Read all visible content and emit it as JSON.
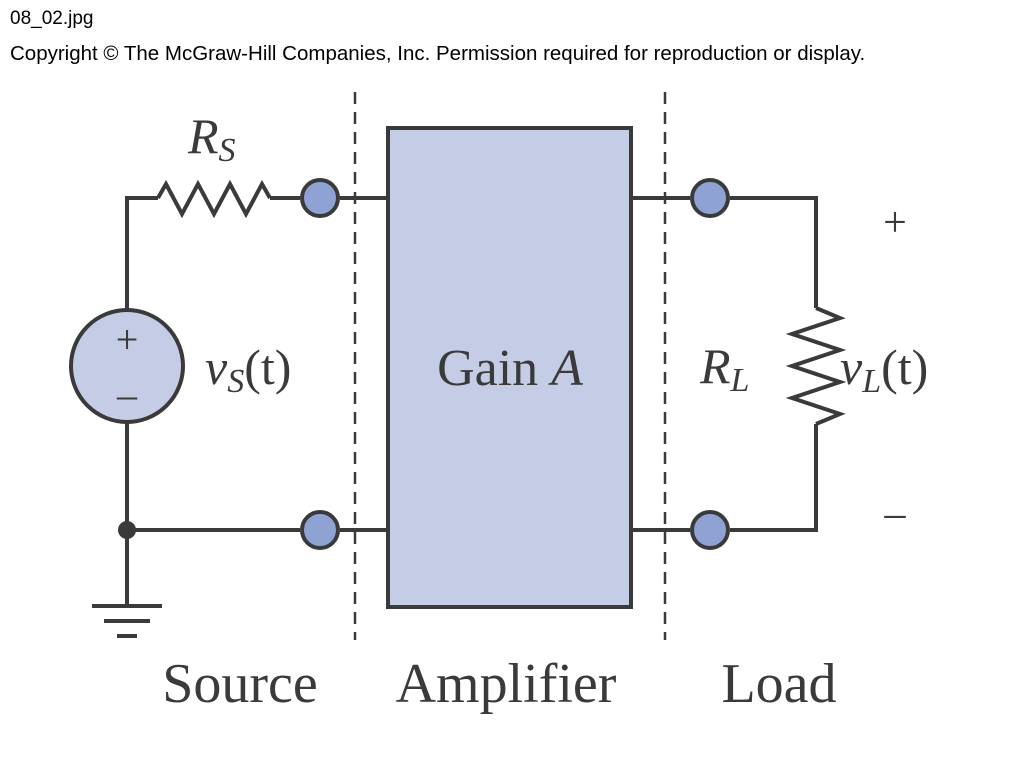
{
  "header": {
    "filename": "08_02.jpg",
    "copyright": "Copyright © The McGraw-Hill Companies, Inc. Permission required for reproduction or display."
  },
  "diagram": {
    "source_resistor": {
      "symbol": "R",
      "subscript": "S"
    },
    "source_voltage": {
      "symbol": "v",
      "subscript": "S",
      "arg": "(t)",
      "plus": "+",
      "minus": "–"
    },
    "amplifier": {
      "label": "Gain ",
      "variable": "A"
    },
    "load_resistor": {
      "symbol": "R",
      "subscript": "L"
    },
    "load_voltage": {
      "symbol": "v",
      "subscript": "L",
      "arg": "(t)",
      "plus": "+",
      "minus": "–"
    },
    "sections": {
      "source": "Source",
      "amplifier": "Amplifier",
      "load": "Load"
    }
  },
  "colors": {
    "fill": "#c5cde6",
    "terminal": "#8fa2d4",
    "line": "#3a3a3a"
  }
}
